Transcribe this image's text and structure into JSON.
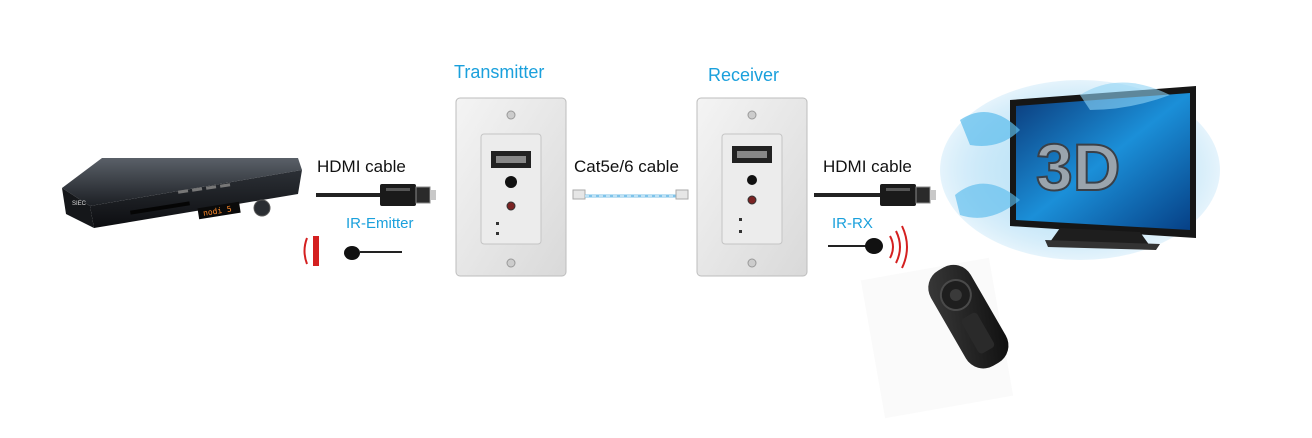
{
  "labels": {
    "transmitter": "Transmitter",
    "receiver": "Receiver",
    "hdmi_cable_left": "HDMI cable",
    "hdmi_cable_right": "HDMI cable",
    "cat_cable": "Cat5e/6 cable",
    "ir_emitter": "IR-Emitter",
    "ir_rx": "IR-RX"
  },
  "device": {
    "brand": "SIEC",
    "display": "nodi 5"
  },
  "tv": {
    "badge": "3D"
  },
  "colors": {
    "accent_blue": "#1aa0dc",
    "ir_red": "#d42020",
    "cat_cable": "#7ec3ea"
  }
}
